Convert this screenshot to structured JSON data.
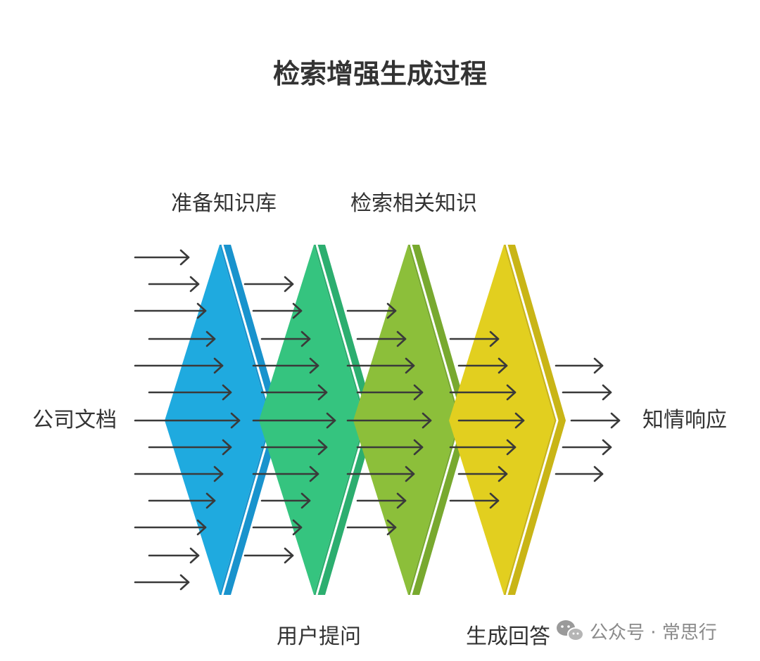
{
  "title": "检索增强生成过程",
  "labels": {
    "input": "公司文档",
    "output": "知情响应",
    "stage1": "准备知识库",
    "stage2": "用户提问",
    "stage3": "检索相关知识",
    "stage4": "生成回答"
  },
  "watermark": {
    "icon": "wechat-icon",
    "text": "公众号 · 常思行"
  },
  "colors": {
    "stage1": "#1faadf",
    "stage1_side": "#1993cd",
    "stage2": "#35c47f",
    "stage2_side": "#2cae6f",
    "stage3": "#8cbf3a",
    "stage3_side": "#78a92f",
    "stage4": "#e2cf1f",
    "stage4_side": "#c9b516",
    "text": "#333333",
    "arrow": "#3a3a3a"
  },
  "stages": [
    {
      "key": "stage1",
      "label_position": "top"
    },
    {
      "key": "stage2",
      "label_position": "bottom"
    },
    {
      "key": "stage3",
      "label_position": "top"
    },
    {
      "key": "stage4",
      "label_position": "bottom"
    }
  ]
}
